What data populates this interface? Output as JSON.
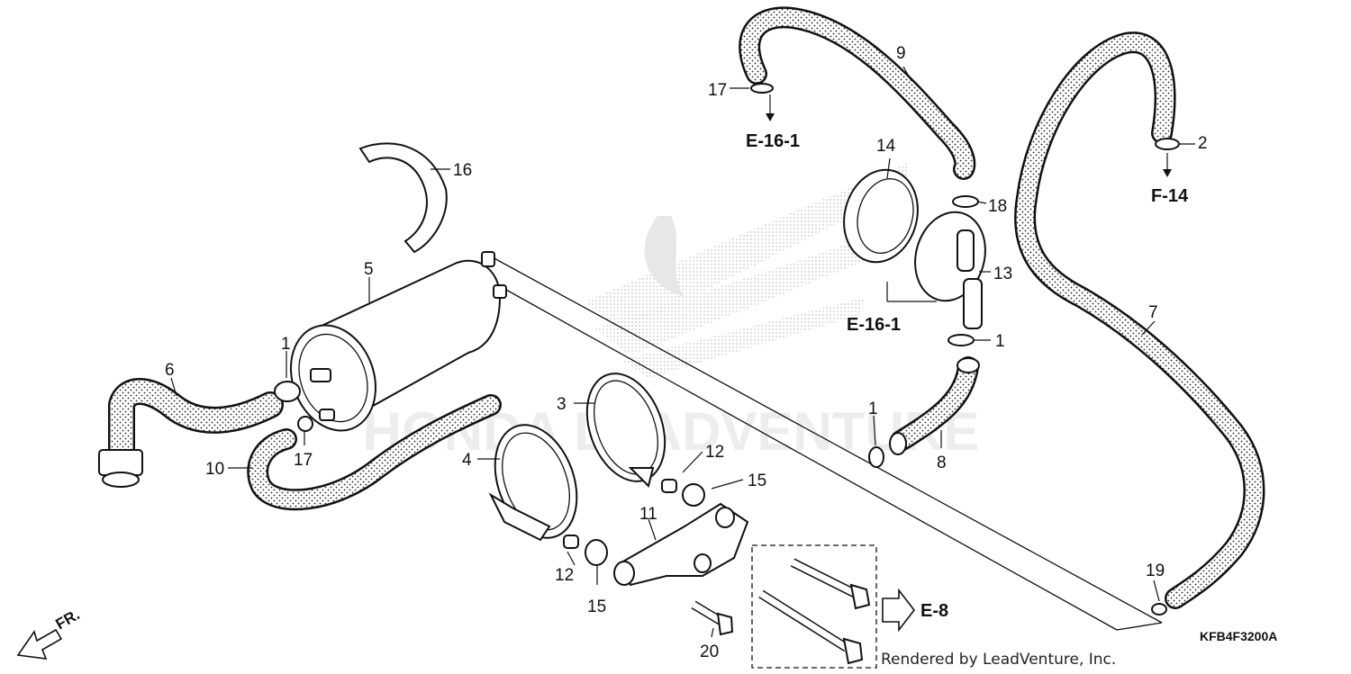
{
  "diagram": {
    "part_code": "KFB4F3200A",
    "credit": "Rendered by LeadVenture, Inc.",
    "watermark_text": "HONDA LEADVENTURE",
    "direction_label": "FR.",
    "callouts": {
      "c1a": "1",
      "c1b": "1",
      "c1c": "1",
      "c2": "2",
      "c3": "3",
      "c4": "4",
      "c5": "5",
      "c6": "6",
      "c7": "7",
      "c8": "8",
      "c9": "9",
      "c10": "10",
      "c11": "11",
      "c12a": "12",
      "c12b": "12",
      "c13": "13",
      "c14": "14",
      "c15a": "15",
      "c15b": "15",
      "c16": "16",
      "c17a": "17",
      "c17b": "17",
      "c18": "18",
      "c19": "19",
      "c20": "20"
    },
    "references": {
      "r_e16_top": "E-16-1",
      "r_e16_mid": "E-16-1",
      "r_f14": "F-14",
      "r_e8": "E-8"
    }
  }
}
